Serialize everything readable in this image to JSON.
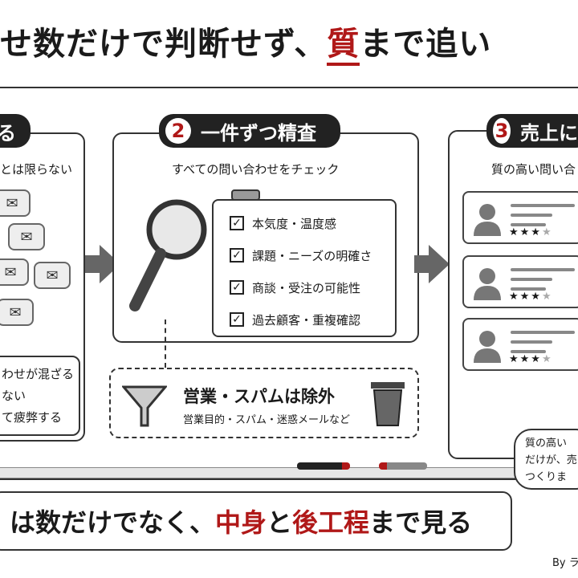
{
  "title": {
    "pre": "せ数だけで判断せず、",
    "highlight": "質",
    "post": "まで追い"
  },
  "panel1": {
    "header": "る",
    "subtitle": "とは限らない",
    "note": [
      "わせが混ざる",
      "ない",
      "て疲弊する"
    ],
    "mail_icon": "✉"
  },
  "panel2": {
    "number": "2",
    "header": "一件ずつ精査",
    "subtitle": "すべての問い合わせをチェック",
    "checklist": [
      "本気度・温度感",
      "課題・ニーズの明確さ",
      "商談・受注の可能性",
      "過去顧客・重複確認"
    ],
    "check_mark": "✓"
  },
  "filter": {
    "title": "営業・スパムは除外",
    "subtitle": "営業目的・スパム・迷惑メールなど"
  },
  "panel3": {
    "number": "3",
    "header": "売上に",
    "subtitle": "質の高い問い合",
    "stars_filled": "★★★",
    "stars_empty": "★",
    "rating": 3,
    "rating_max": 4,
    "speech": [
      "質の高い",
      "だけが、売",
      "つくりま"
    ]
  },
  "bottom": {
    "pre": "は数だけでなく、",
    "hl1": "中身",
    "mid": "と",
    "hl2": "後工程",
    "post": "まで見る"
  },
  "credit": "By ラ",
  "colors": {
    "accent": "#b01818",
    "dark": "#222222"
  }
}
